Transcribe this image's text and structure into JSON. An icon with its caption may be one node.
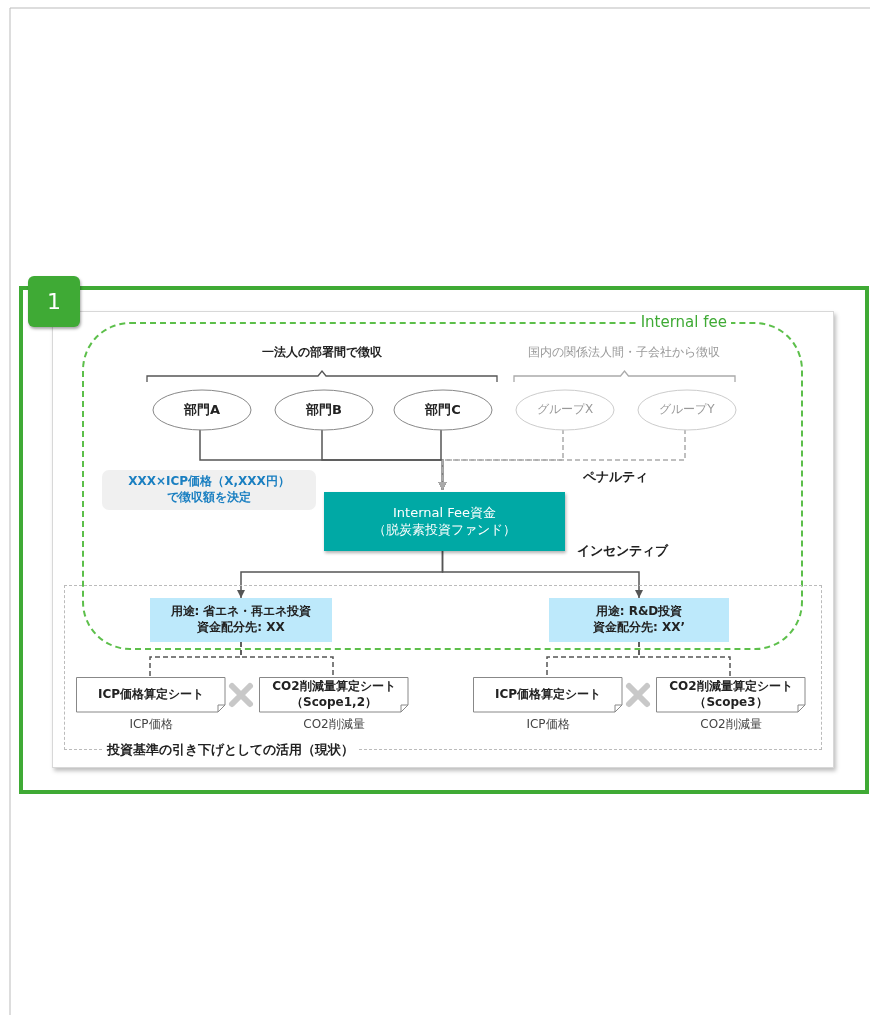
{
  "diagram": {
    "nodes": [
      {
        "text": [
          "Internal fee"
        ]
      },
      {
        "text": [
          "投資基準の引き下げとしての活用（現状）"
        ]
      },
      {
        "text": [
          "部門A"
        ],
        "in": 0
      },
      {
        "text": [
          "部門B"
        ],
        "in": 0
      },
      {
        "text": [
          "部門C"
        ],
        "in": 0
      },
      {
        "text": [
          "グループX"
        ],
        "in": 0
      },
      {
        "text": [
          "グループY"
        ],
        "in": 0
      },
      {
        "text": [
          "XXX×ICP価格（X,XXX円）",
          "で徴収額を決定"
        ],
        "in": 0
      },
      {
        "text": [
          "Internal Fee資金",
          "（脱炭素投資ファンド）"
        ],
        "in": 0
      },
      {
        "text": [
          "用途: 省エネ・再エネ投資",
          "資金配分先: XX"
        ]
      },
      {
        "text": [
          "用途: R&D投資",
          "資金配分先: XX’"
        ]
      },
      {
        "text": [
          "ICP価格算定シート"
        ],
        "in": 1,
        "beside": [
          "ICP価格"
        ]
      },
      {
        "text": [
          "CO2削減量算定シート",
          "（Scope1,2）"
        ],
        "in": 1,
        "beside": [
          "CO2削減量"
        ]
      },
      {
        "text": [
          "ICP価格算定シート"
        ],
        "in": 1,
        "beside": [
          "ICP価格"
        ]
      },
      {
        "text": [
          "CO2削減量算定シート",
          "（Scope3）"
        ],
        "in": 1,
        "beside": [
          "CO2削減量"
        ]
      }
    ],
    "edges": [
      {
        "from": 2,
        "to": 8,
        "arrow": "to"
      },
      {
        "from": 3,
        "to": 8,
        "arrow": "to"
      },
      {
        "from": 4,
        "to": 8,
        "arrow": "to"
      },
      {
        "from": 5,
        "to": 8,
        "arrow": "to",
        "style": "dashed",
        "color": "#aaaaaa"
      },
      {
        "from": 6,
        "to": 8,
        "arrow": "to",
        "style": "dashed",
        "color": "#aaaaaa"
      },
      {
        "from": 8,
        "to": 9,
        "arrow": "to"
      },
      {
        "from": 8,
        "to": 10,
        "arrow": "to"
      },
      {
        "from": 9,
        "to": 11,
        "arrow": "none",
        "style": "dashed"
      },
      {
        "from": 9,
        "to": 12,
        "arrow": "none",
        "style": "dashed"
      },
      {
        "from": 10,
        "to": 13,
        "arrow": "none",
        "style": "dashed"
      },
      {
        "from": 10,
        "to": 14,
        "arrow": "none",
        "style": "dashed"
      }
    ],
    "labels": [
      "1",
      "一法人の部署間で徴収",
      "国内の関係法人間・子会社から徴収",
      "ペナルティ",
      "インセンティブ"
    ]
  }
}
